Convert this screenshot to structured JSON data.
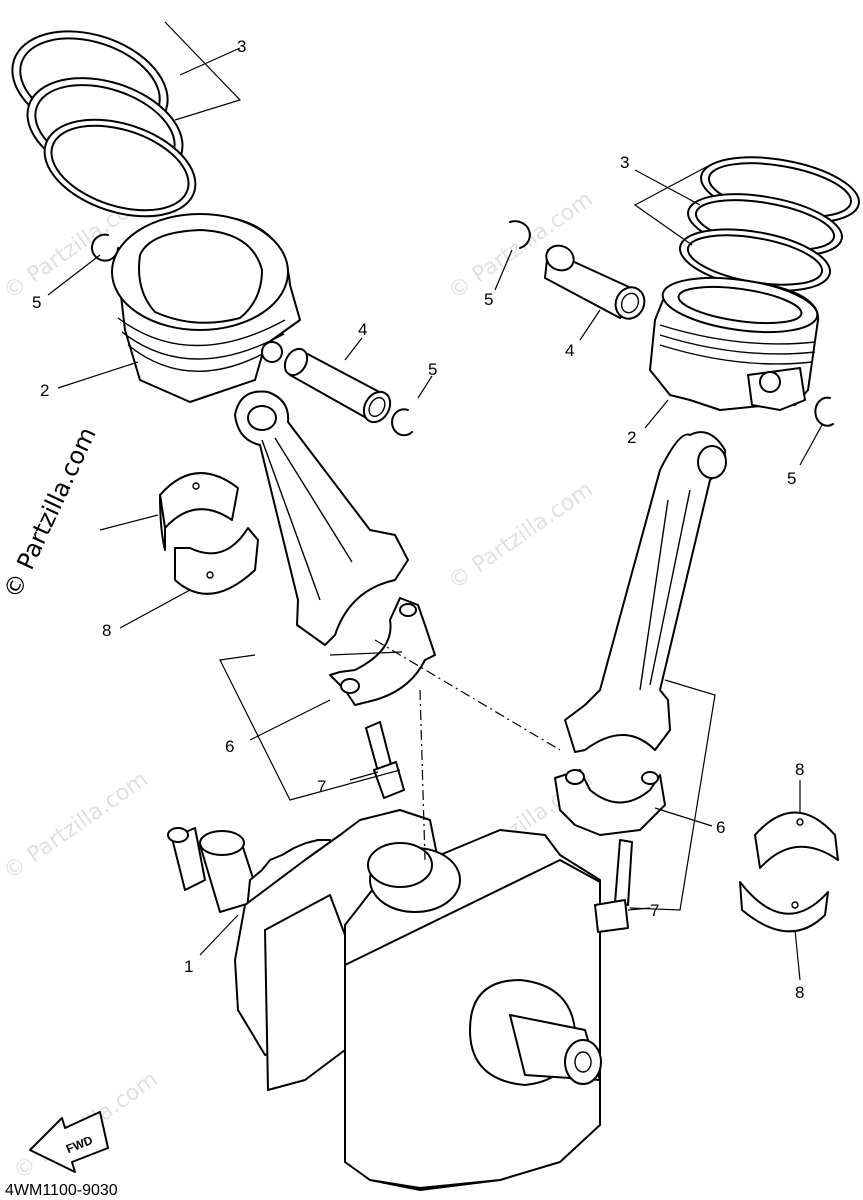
{
  "diagram_code": "4WM1100-9030",
  "watermark": "© Partzilla.com",
  "fwd_label": "FWD",
  "callouts": {
    "c1": "1",
    "c2_left": "2",
    "c2_right": "2",
    "c3_left": "3",
    "c3_right": "3",
    "c4_left": "4",
    "c4_right": "4",
    "c5_left_a": "5",
    "c5_left_b": "5",
    "c5_right_a": "5",
    "c5_right_b": "5",
    "c6_left": "6",
    "c6_right": "6",
    "c7_left": "7",
    "c7_right": "7",
    "c8_left": "8",
    "c8_right_top": "8",
    "c8_right_bottom": "8"
  },
  "parts": [
    {
      "ref": "1",
      "name": "crankshaft"
    },
    {
      "ref": "2",
      "name": "piston"
    },
    {
      "ref": "3",
      "name": "piston-ring-set"
    },
    {
      "ref": "4",
      "name": "piston-pin"
    },
    {
      "ref": "5",
      "name": "circlip"
    },
    {
      "ref": "6",
      "name": "connecting-rod"
    },
    {
      "ref": "7",
      "name": "rod-bolt"
    },
    {
      "ref": "8",
      "name": "big-end-bearing"
    }
  ]
}
